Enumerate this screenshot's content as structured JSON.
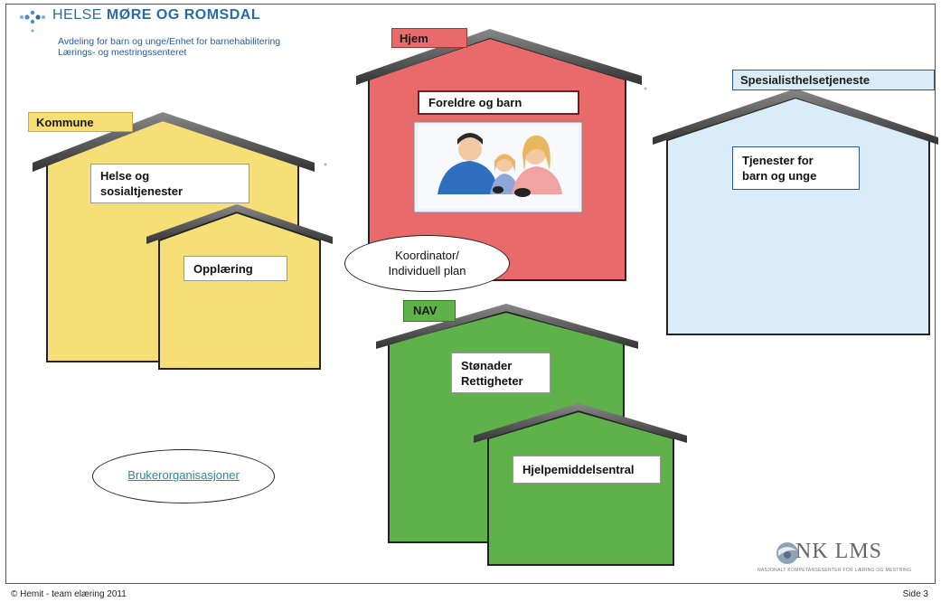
{
  "header": {
    "org_prefix": "HELSE ",
    "org_bold": "MØRE OG ROMSDAL",
    "subtitle_line1": "Avdeling for barn og unge/Enhet for barnehabilitering",
    "subtitle_line2": "Lærings- og mestringssenteret"
  },
  "houses": {
    "kommune": {
      "label": "Kommune",
      "box": "Helse og sosialtjenester",
      "box_line1": "Helse og",
      "box_line2": "sosialtjenester",
      "color": "#f7df78"
    },
    "opplaering": {
      "box": "Opplæring",
      "color": "#f7df78"
    },
    "hjem": {
      "label": "Hjem",
      "box": "Foreldre og barn",
      "color": "#e96a6a",
      "label_color": "#e96a6a"
    },
    "spesialist": {
      "label": "Spesialisthelsetjeneste",
      "box_line1": "Tjenester for",
      "box_line2": "barn og unge",
      "color": "#d9ecf7"
    },
    "nav": {
      "label": "NAV",
      "box_line1": "Stønader",
      "box_line2": "Rettigheter",
      "color": "#5fb24a"
    },
    "hjelpemiddel": {
      "box": "Hjelpemiddelsentral",
      "color": "#5fb24a"
    }
  },
  "ovals": {
    "koordinator_line1": "Koordinator/",
    "koordinator_line2": "Individuell plan",
    "bruker": "Brukerorganisasjoner"
  },
  "footer": {
    "left": "© Hemit - team elæring 2011",
    "right": "Side 3"
  },
  "logo": {
    "name": "NK LMS",
    "sub": "NASJONALT KOMPETANSESENTER FOR LÆRING OG MESTRING"
  }
}
